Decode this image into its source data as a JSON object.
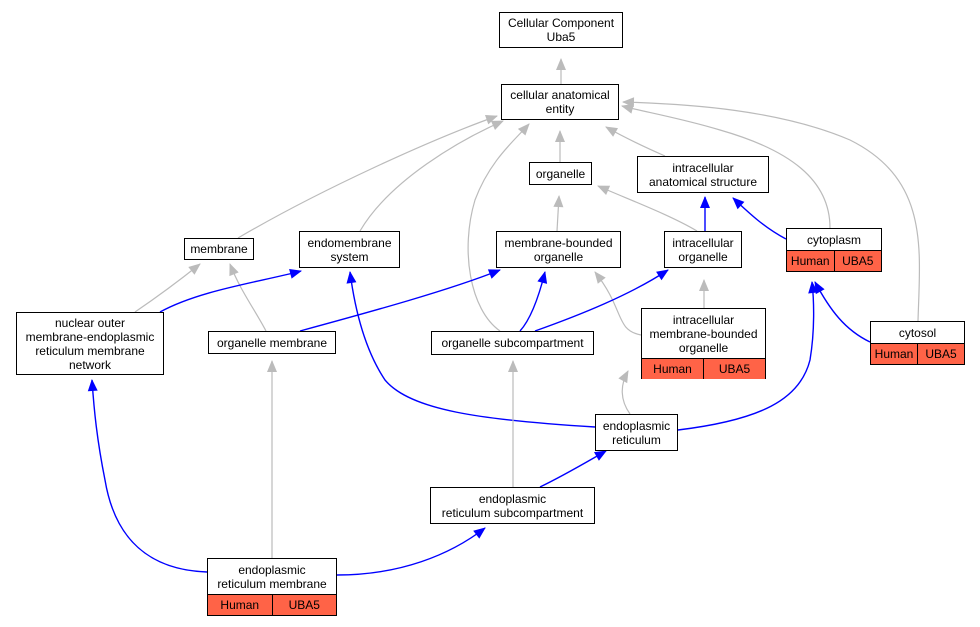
{
  "nodes": {
    "root": [
      "Cellular Component",
      "Uba5"
    ],
    "cae": [
      "cellular anatomical",
      "entity"
    ],
    "organelle": [
      "organelle"
    ],
    "ias": [
      "intracellular",
      "anatomical structure"
    ],
    "membrane": [
      "membrane"
    ],
    "endomembrane": [
      "endomembrane",
      "system"
    ],
    "mbo": [
      "membrane-bounded",
      "organelle"
    ],
    "io": [
      "intracellular",
      "organelle"
    ],
    "cytoplasm": [
      "cytoplasm"
    ],
    "nomer": [
      "nuclear outer",
      "membrane-endoplasmic",
      "reticulum membrane",
      "network"
    ],
    "orgmem": [
      "organelle membrane"
    ],
    "orgsub": [
      "organelle subcompartment"
    ],
    "imbo": [
      "intracellular",
      "membrane-bounded",
      "organelle"
    ],
    "cytosol": [
      "cytosol"
    ],
    "er": [
      "endoplasmic",
      "reticulum"
    ],
    "ersub": [
      "endoplasmic",
      "reticulum subcompartment"
    ],
    "ermem": [
      "endoplasmic",
      "reticulum membrane"
    ]
  },
  "annotations": {
    "cytoplasm": [
      "Human",
      "UBA5"
    ],
    "imbo": [
      "Human",
      "UBA5"
    ],
    "cytosol": [
      "Human",
      "UBA5"
    ],
    "ermem": [
      "Human",
      "UBA5"
    ]
  },
  "edges": [
    {
      "from": "cae",
      "to": "root",
      "kind": "is_a"
    },
    {
      "from": "organelle",
      "to": "cae",
      "kind": "is_a"
    },
    {
      "from": "ias",
      "to": "cae",
      "kind": "is_a"
    },
    {
      "from": "membrane",
      "to": "cae",
      "kind": "is_a"
    },
    {
      "from": "endomembrane",
      "to": "cae",
      "kind": "is_a"
    },
    {
      "from": "orgsub",
      "to": "cae",
      "kind": "is_a"
    },
    {
      "from": "cytoplasm",
      "to": "cae",
      "kind": "is_a"
    },
    {
      "from": "cytosol",
      "to": "cae",
      "kind": "is_a"
    },
    {
      "from": "mbo",
      "to": "organelle",
      "kind": "is_a"
    },
    {
      "from": "io",
      "to": "organelle",
      "kind": "is_a"
    },
    {
      "from": "io",
      "to": "ias",
      "kind": "part_of"
    },
    {
      "from": "cytoplasm",
      "to": "ias",
      "kind": "part_of"
    },
    {
      "from": "nomer",
      "to": "membrane",
      "kind": "is_a"
    },
    {
      "from": "orgmem",
      "to": "membrane",
      "kind": "is_a"
    },
    {
      "from": "nomer",
      "to": "endomembrane",
      "kind": "part_of"
    },
    {
      "from": "er",
      "to": "endomembrane",
      "kind": "part_of"
    },
    {
      "from": "orgmem",
      "to": "mbo",
      "kind": "part_of"
    },
    {
      "from": "orgsub",
      "to": "mbo",
      "kind": "part_of"
    },
    {
      "from": "imbo",
      "to": "mbo",
      "kind": "is_a"
    },
    {
      "from": "orgsub",
      "to": "io",
      "kind": "part_of"
    },
    {
      "from": "imbo",
      "to": "io",
      "kind": "is_a"
    },
    {
      "from": "cytosol",
      "to": "cytoplasm",
      "kind": "part_of"
    },
    {
      "from": "er",
      "to": "cytoplasm",
      "kind": "part_of"
    },
    {
      "from": "er",
      "to": "imbo",
      "kind": "is_a"
    },
    {
      "from": "ersub",
      "to": "orgsub",
      "kind": "is_a"
    },
    {
      "from": "ersub",
      "to": "er",
      "kind": "part_of"
    },
    {
      "from": "ermem",
      "to": "orgmem",
      "kind": "is_a"
    },
    {
      "from": "ermem",
      "to": "nomer",
      "kind": "part_of"
    },
    {
      "from": "ermem",
      "to": "ersub",
      "kind": "part_of"
    }
  ],
  "colors": {
    "is_a": "#bbbbbb",
    "part_of": "#0000ff",
    "annotation_fill": "#ff6347"
  }
}
